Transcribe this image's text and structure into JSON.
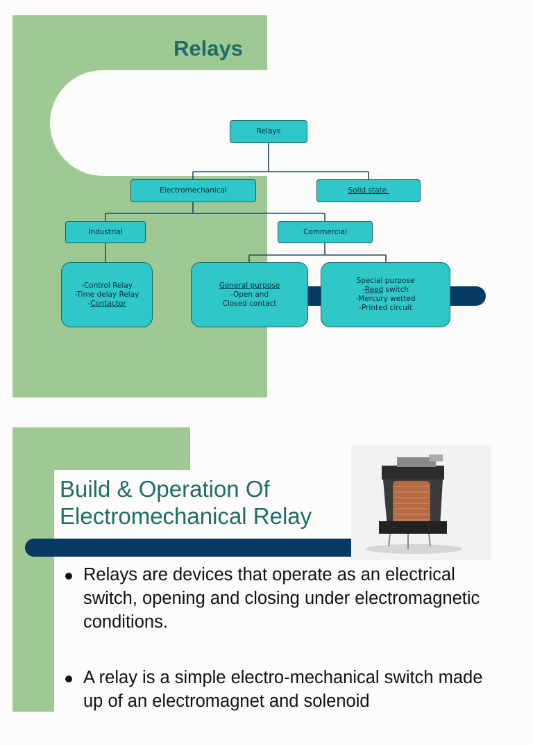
{
  "slide1": {
    "title": "Relays",
    "tree": {
      "root": "Relays",
      "electromechanical": "Electromechanical",
      "solid_state": "Solid state ",
      "industrial": "Industrial",
      "commercial": "Commercial",
      "industrial_items": [
        "-Control Relay",
        "-Time delay Relay",
        "-",
        "Contactor"
      ],
      "general": {
        "heading": "General purpose",
        "line2": "-Open and",
        "line3": "Closed contact"
      },
      "special": {
        "heading": "Special purpose",
        "dash": "-",
        "reed": "Reed",
        "reed_rest": " switch",
        "line3": "-Mercury wetted",
        "line4": "-Printed circuit"
      }
    }
  },
  "slide2": {
    "title_line1": "Build & Operation Of",
    "title_line2": "Electromechanical Relay",
    "bullets": [
      "Relays are devices that operate as an electrical switch, opening and closing under electromagnetic conditions.",
      "A relay is a simple electro-mechanical switch made up of an electromagnet and solenoid"
    ]
  },
  "colors": {
    "green": "#9ec993",
    "teal_title": "#1d6d66",
    "navy": "#063a63",
    "node": "#30c7c9"
  }
}
